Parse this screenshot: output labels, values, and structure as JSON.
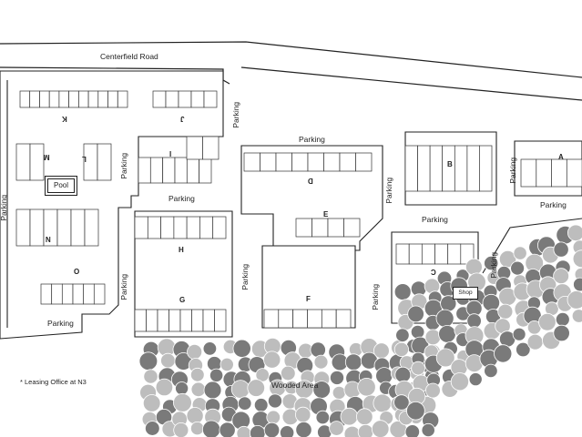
{
  "roads": {
    "main": "Centerfield Road"
  },
  "parking_labels": [
    "Parking",
    "Parking",
    "Parking",
    "Parking",
    "Parking",
    "Parking",
    "Parking",
    "Parking",
    "Parking",
    "Parking",
    "Parking",
    "Parking",
    "Parking",
    "Parking"
  ],
  "buildings": [
    "A",
    "B",
    "C",
    "D",
    "E",
    "F",
    "G",
    "H",
    "I",
    "J",
    "K",
    "L",
    "M",
    "N",
    "O"
  ],
  "amenities": {
    "pool": "Pool",
    "shop": "Shop",
    "wooded_area": "Wooded Area"
  },
  "legend": {
    "leasing_office": "* Leasing Office at N3"
  },
  "colors": {
    "line": "#222222",
    "tree_dark": "#7a7a7a",
    "tree_light": "#bdbdbd"
  }
}
